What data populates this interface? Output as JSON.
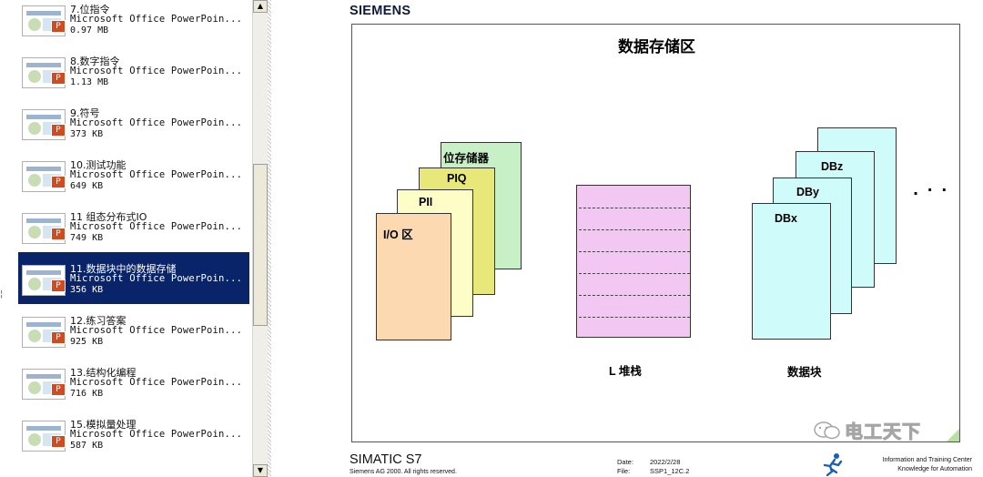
{
  "file_list": {
    "items": [
      {
        "name": "7.位指令",
        "type": "Microsoft Office PowerPoin...",
        "size": "0.97 MB",
        "selected": false
      },
      {
        "name": "8.数字指令",
        "type": "Microsoft Office PowerPoin...",
        "size": "1.13 MB",
        "selected": false
      },
      {
        "name": "9.符号",
        "type": "Microsoft Office PowerPoin...",
        "size": "373 KB",
        "selected": false
      },
      {
        "name": "10.测试功能",
        "type": "Microsoft Office PowerPoin...",
        "size": "649 KB",
        "selected": false
      },
      {
        "name": "11 组态分布式IO",
        "type": "Microsoft Office PowerPoin...",
        "size": "749 KB",
        "selected": false
      },
      {
        "name": "11.数据块中的数据存储",
        "type": "Microsoft Office PowerPoin...",
        "size": "356 KB",
        "selected": true
      },
      {
        "name": "12.练习答案",
        "type": "Microsoft Office PowerPoin...",
        "size": "925 KB",
        "selected": false
      },
      {
        "name": "13.结构化编程",
        "type": "Microsoft Office PowerPoin...",
        "size": "716 KB",
        "selected": false
      },
      {
        "name": "15.模拟量处理",
        "type": "Microsoft Office PowerPoin...",
        "size": "587 KB",
        "selected": false
      }
    ],
    "badge": "P"
  },
  "scrollbar": {
    "up": "▲",
    "down": "▼"
  },
  "left_mark": "¦",
  "slide": {
    "logo": "SIEMENS",
    "title": "数据存储区",
    "layers": {
      "io": "I/O 区",
      "pii": "PII",
      "piq": "PIQ",
      "bit": "位存储器"
    },
    "stack_label": "L 堆栈",
    "db": {
      "dbx": "DBx",
      "dby": "DBy",
      "dbz": "DBz",
      "label": "数据块"
    },
    "dots": ". · ·",
    "colors": {
      "io": "#fcd9b0",
      "pii": "#fdfdc8",
      "piq": "#e8e87a",
      "bit": "#c7f0c7",
      "stack": "#f2c8f2",
      "db": "#d0fbfb"
    }
  },
  "footer": {
    "simatic": "SIMATIC S7",
    "copyright": "Siemens AG 2000. All rights reserved.",
    "date_label": "Date:",
    "date_value": "2022/2/28",
    "file_label": "File:",
    "file_value": "SSP1_12C.2",
    "info_line1": "Information and Training Center",
    "info_line2": "Knowledge for Automation"
  },
  "watermark": "电工天下"
}
